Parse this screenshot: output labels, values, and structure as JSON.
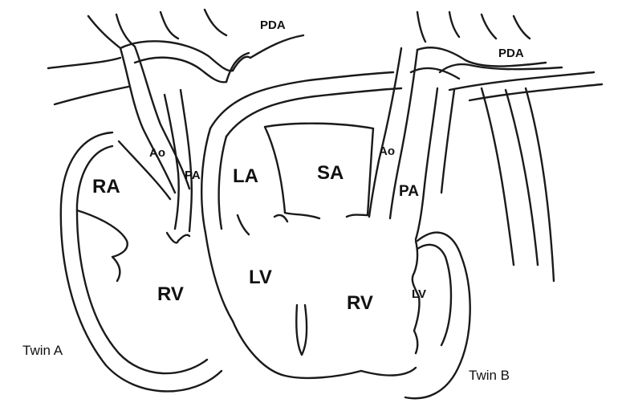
{
  "labels": {
    "pda_a": "PDA",
    "pda_b": "PDA",
    "ao_a": "Ao",
    "pa_a": "PA",
    "ra": "RA",
    "la": "LA",
    "sa": "SA",
    "ao_b": "Ao",
    "pa_b": "PA",
    "rv_a": "RV",
    "lv_shared": "LV",
    "rv_b": "RV",
    "lv_b": "LV",
    "twin_a": "Twin A",
    "twin_b": "Twin B"
  },
  "colors": {
    "line": "#1a1a1a",
    "background": "#ffffff"
  }
}
